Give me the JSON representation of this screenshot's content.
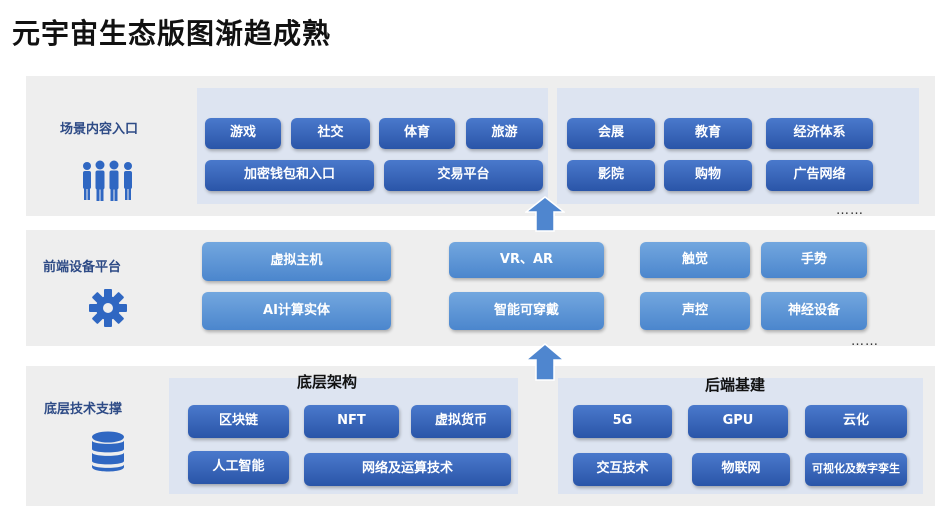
{
  "title": "元宇宙生态版图渐趋成熟",
  "layers": {
    "scene": {
      "label": "场景内容入口",
      "left_items": [
        "游戏",
        "社交",
        "体育",
        "旅游",
        "加密钱包和入口",
        "交易平台"
      ],
      "right_items": [
        "会展",
        "教育",
        "经济体系",
        "影院",
        "购物",
        "广告网络"
      ],
      "ellipsis": "……"
    },
    "device": {
      "label": "前端设备平台",
      "items": [
        "虚拟主机",
        "AI计算实体",
        "VR、AR",
        "智能可穿戴",
        "触觉",
        "手势",
        "声控",
        "神经设备"
      ],
      "ellipsis": "……"
    },
    "tech": {
      "label": "底层技术支撑",
      "left_title": "底层架构",
      "left_items": [
        "区块链",
        "NFT",
        "虚拟货币",
        "人工智能",
        "网络及运算技术"
      ],
      "right_title": "后端基建",
      "right_items": [
        "5G",
        "GPU",
        "云化",
        "交互技术",
        "物联网",
        "可视化及数字孪生"
      ]
    }
  },
  "colors": {
    "dark_button": "#2f5bb0",
    "light_button": "#5b95d8",
    "label": "#2e4b86",
    "arrow": "#4f86cf"
  },
  "icons": [
    "people-icon",
    "gear-icon",
    "database-icon",
    "arrow-up-icon"
  ]
}
